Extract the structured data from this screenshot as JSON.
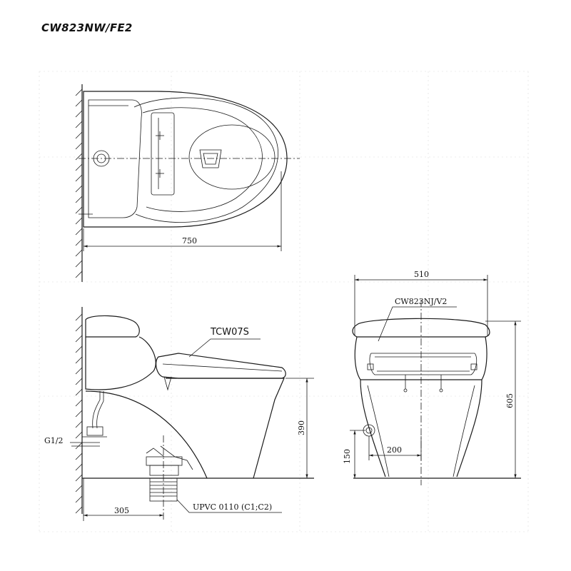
{
  "title": "CW823NW/FE2",
  "dimensions": {
    "length_top": "750",
    "width_front": "510",
    "height_front": "605",
    "seat_height": "390",
    "wall_distance": "305",
    "inlet_height": "150",
    "inlet_offset": "200"
  },
  "labels": {
    "seat_model": "TCW07S",
    "bowl_model": "CW823NJ/V2",
    "inlet_thread": "G1/2",
    "outlet_pipe": "UPVC 0110 (C1;C2)"
  }
}
